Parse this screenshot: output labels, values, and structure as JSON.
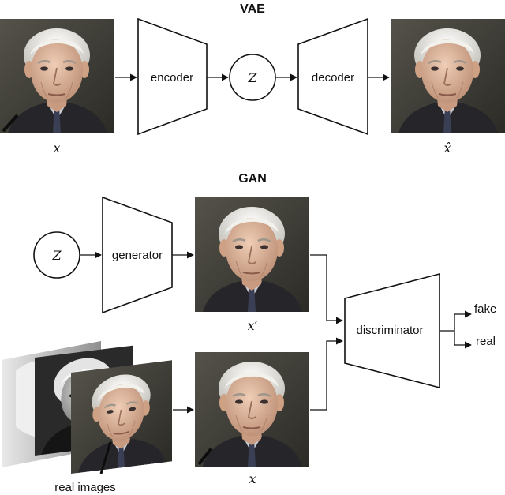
{
  "vae": {
    "title": "VAE",
    "encoder_label": "encoder",
    "latent_label": "Z",
    "decoder_label": "decoder",
    "input_label": "x",
    "output_label": "x̂"
  },
  "gan": {
    "title": "GAN",
    "latent_label": "Z",
    "generator_label": "generator",
    "generated_label": "x′",
    "discriminator_label": "discriminator",
    "real_label": "x",
    "real_images_label": "real images",
    "output_fake": "fake",
    "output_real": "real"
  },
  "images": {
    "portrait": "photo-portrait-elderly-man",
    "real_stack": "photo-stack-real-images"
  },
  "colors": {
    "ink": "#111111",
    "photo_bg": "#3b3a33",
    "skin": "#d9b49c",
    "hair": "#e8e6e1"
  }
}
